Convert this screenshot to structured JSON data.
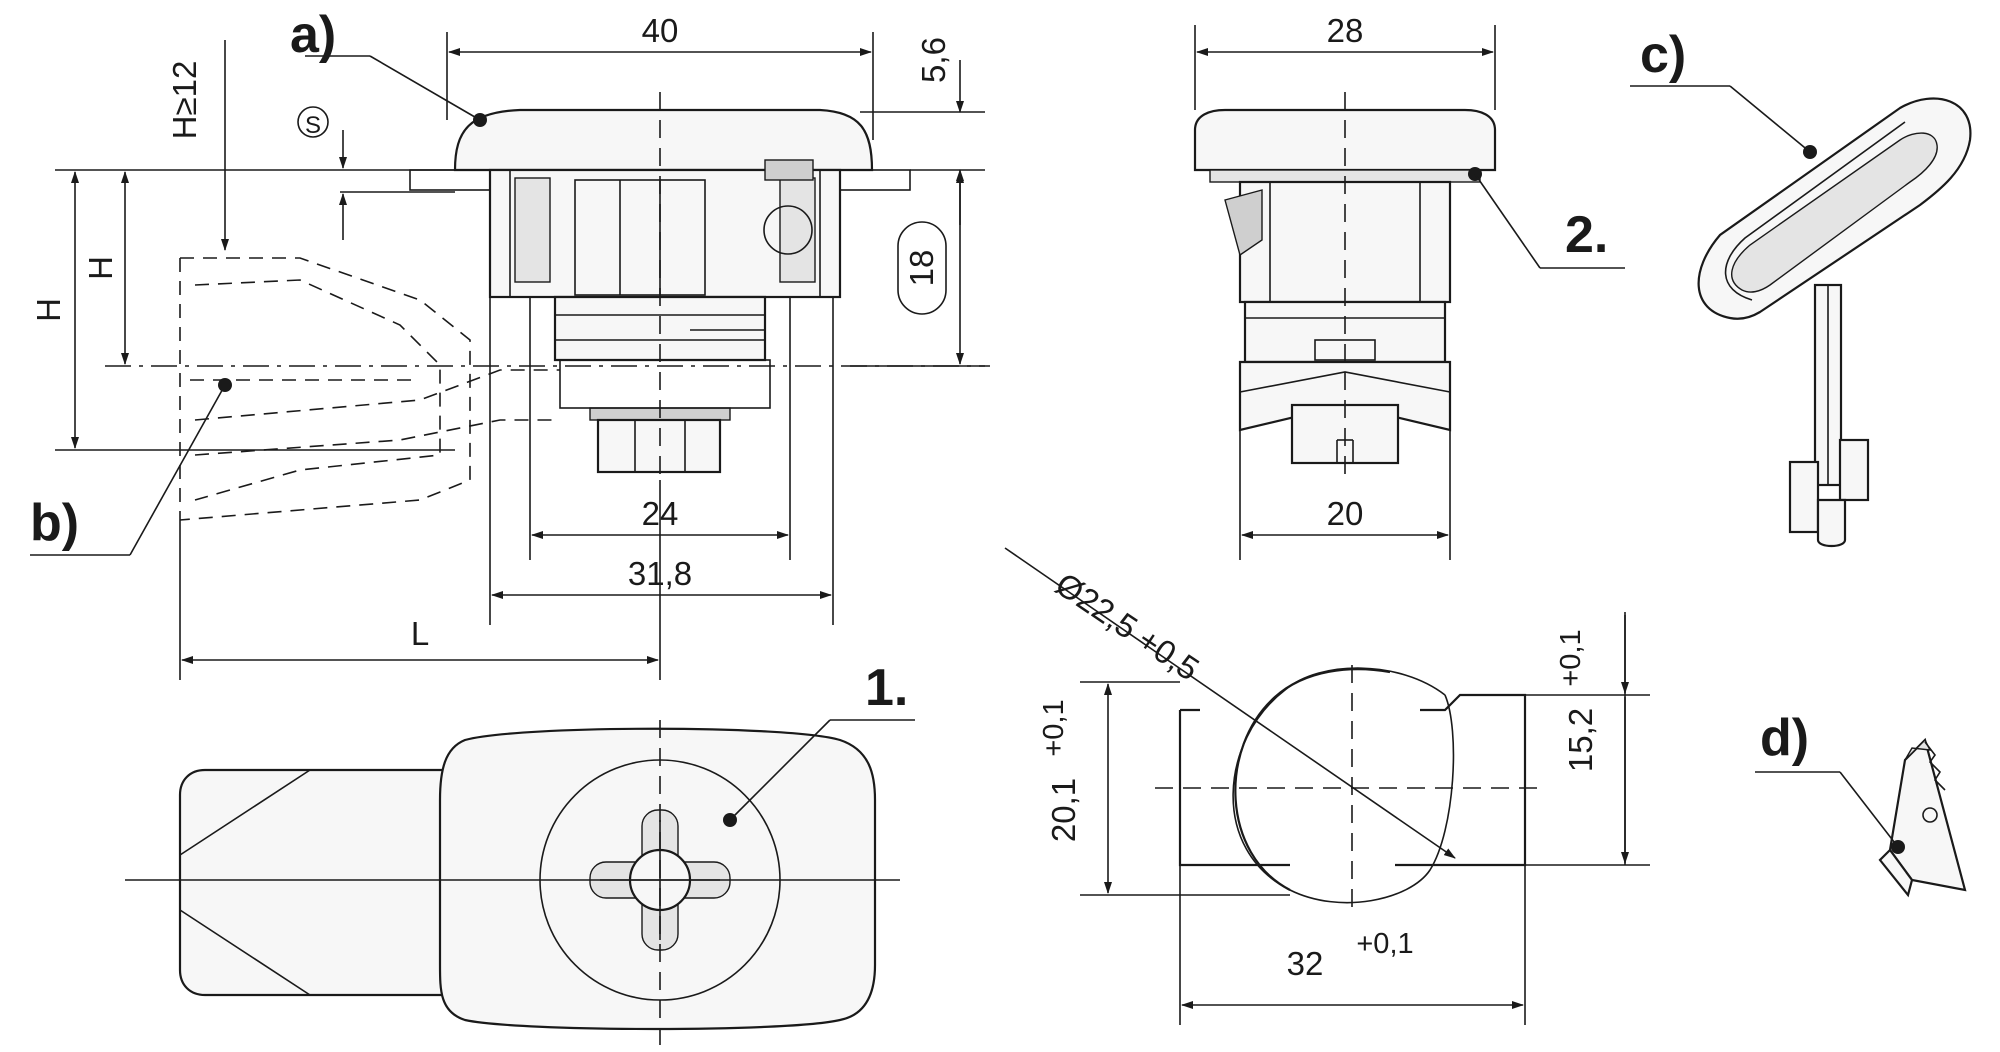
{
  "labels": {
    "a": "a)",
    "b": "b)",
    "c": "c)",
    "d": "d)",
    "one": "1.",
    "two": "2."
  },
  "dimensions": {
    "width_40": "40",
    "height_5_6": "5,6",
    "h_min": "H≥12",
    "s_symbol": "S",
    "h_left_outer": "H",
    "h_left_inner": "H",
    "height_18": "18",
    "width_24": "24",
    "width_31_8": "31,8",
    "length_l": "L",
    "width_28": "28",
    "width_20": "20",
    "diameter": "Ø22,5 +0,5",
    "cutout_height": "20,1",
    "cutout_height_tol": "+0,1",
    "flat_height": "15,2",
    "flat_height_tol": "+0,1",
    "cutout_width": "32",
    "cutout_width_tol": "+0,1"
  }
}
